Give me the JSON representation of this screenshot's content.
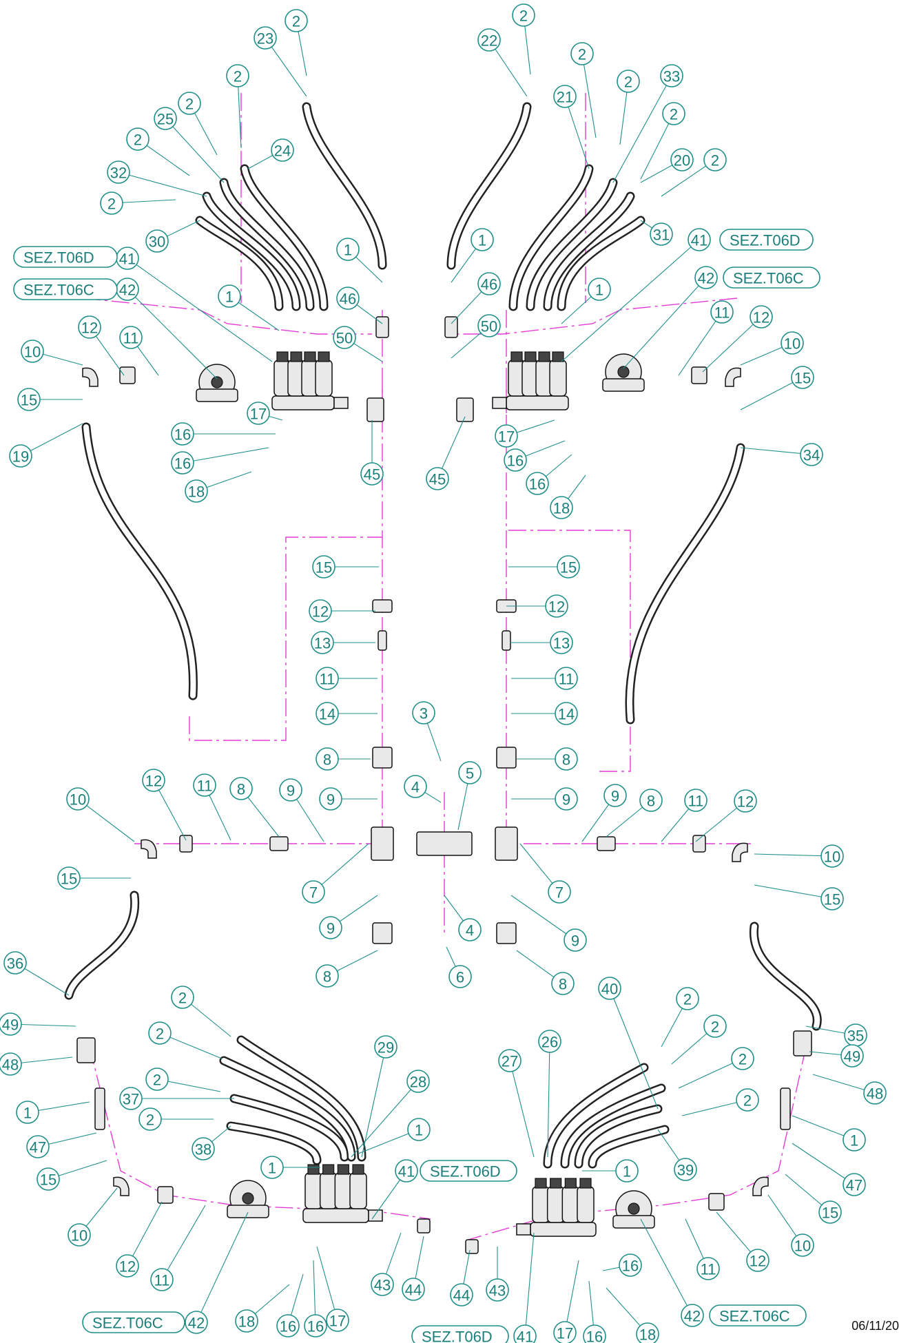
{
  "labels": {
    "n1": "1",
    "n2": "2",
    "n3": "3",
    "n4": "4",
    "n5": "5",
    "n6": "6",
    "n7": "7",
    "n8": "8",
    "n9": "9",
    "n10": "10",
    "n11": "11",
    "n12": "12",
    "n13": "13",
    "n14": "14",
    "n15": "15",
    "n16": "16",
    "n17": "17",
    "n18": "18",
    "n19": "19",
    "n20": "20",
    "n21": "21",
    "n22": "22",
    "n23": "23",
    "n24": "24",
    "n25": "25",
    "n26": "26",
    "n27": "27",
    "n28": "28",
    "n29": "29",
    "n30": "30",
    "n31": "31",
    "n32": "32",
    "n33": "33",
    "n34": "34",
    "n35": "35",
    "n36": "36",
    "n37": "37",
    "n38": "38",
    "n39": "39",
    "n40": "40",
    "n41": "41",
    "n42": "42",
    "n43": "43",
    "n44": "44",
    "n45": "45",
    "n46": "46",
    "n47": "47",
    "n48": "48",
    "n49": "49",
    "n50": "50"
  },
  "references": {
    "sez_c": "SEZ.T06C",
    "sez_d": "SEZ.T06D"
  },
  "footer": {
    "date": "06/11/20"
  },
  "colors": {
    "callout": "#1f8f8a",
    "flow_line": "#e43ad6",
    "part_outline": "#111111"
  }
}
